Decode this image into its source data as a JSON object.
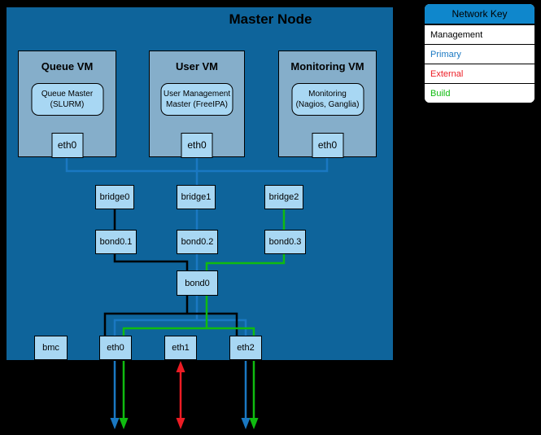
{
  "title": "Master Node",
  "colors": {
    "management": "#000000",
    "primary": "#1a78c2",
    "external": "#ed1c24",
    "build": "#10bb10",
    "master_bg": "#0e649b",
    "vm_bg": "#85aeca",
    "node_bg": "#a8d7f3",
    "legend_header": "#0f87cc"
  },
  "legend": {
    "title": "Network Key",
    "items": [
      {
        "label": "Management"
      },
      {
        "label": "Primary"
      },
      {
        "label": "External"
      },
      {
        "label": "Build"
      }
    ]
  },
  "vms": [
    {
      "title": "Queue VM",
      "service_line1": "Queue Master",
      "service_line2": "(SLURM)",
      "interface": "eth0"
    },
    {
      "title": "User VM",
      "service_line1": "User Management",
      "service_line2": "Master (FreeIPA)",
      "interface": "eth0"
    },
    {
      "title": "Monitoring VM",
      "service_line1": "Monitoring",
      "service_line2": "(Nagios, Ganglia)",
      "interface": "eth0"
    }
  ],
  "bridges": [
    "bridge0",
    "bridge1",
    "bridge2"
  ],
  "vlans": [
    "bond0.1",
    "bond0.2",
    "bond0.3"
  ],
  "bond": "bond0",
  "physical": [
    "bmc",
    "eth0",
    "eth1",
    "eth2"
  ]
}
